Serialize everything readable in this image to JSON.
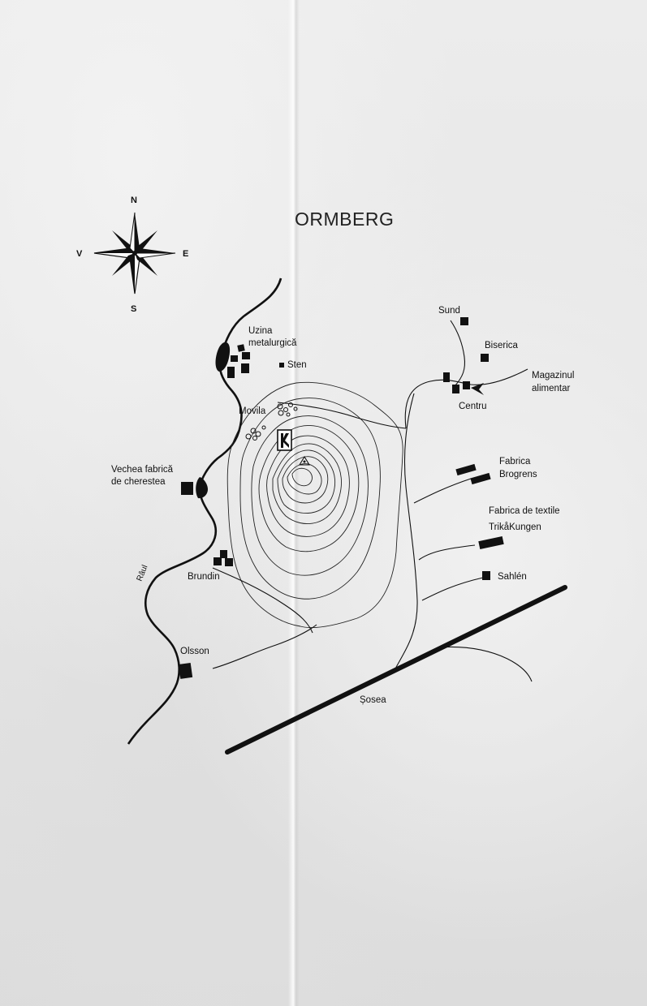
{
  "map": {
    "title": "ORMBERG",
    "compass": {
      "north": "N",
      "south": "S",
      "east": "E",
      "west": "V"
    },
    "river_label": "Râul",
    "road_label": "Șosea",
    "places": {
      "uzina_line1": "Uzina",
      "uzina_line2": "metalurgică",
      "sten": "Sten",
      "movila": "Movila",
      "vechea_line1": "Vechea fabrică",
      "vechea_line2": "de cherestea",
      "brundin": "Brundin",
      "olsson": "Olsson",
      "sund": "Sund",
      "biserica": "Biserica",
      "magazinul_line1": "Magazinul",
      "magazinul_line2": "alimentar",
      "centru": "Centru",
      "brogrens_line1": "Fabrica",
      "brogrens_line2": "Brogrens",
      "textile_line1": "Fabrica de textile",
      "textile_line2": "TrikåKungen",
      "sahlen": "Sahlén"
    },
    "icons": {
      "building": "filled-square",
      "summit": "triangle-dot",
      "flag": "flag-marker",
      "compass": "compass-rose"
    },
    "colors": {
      "ink": "#111111",
      "paper": "#e9e9e9"
    }
  }
}
